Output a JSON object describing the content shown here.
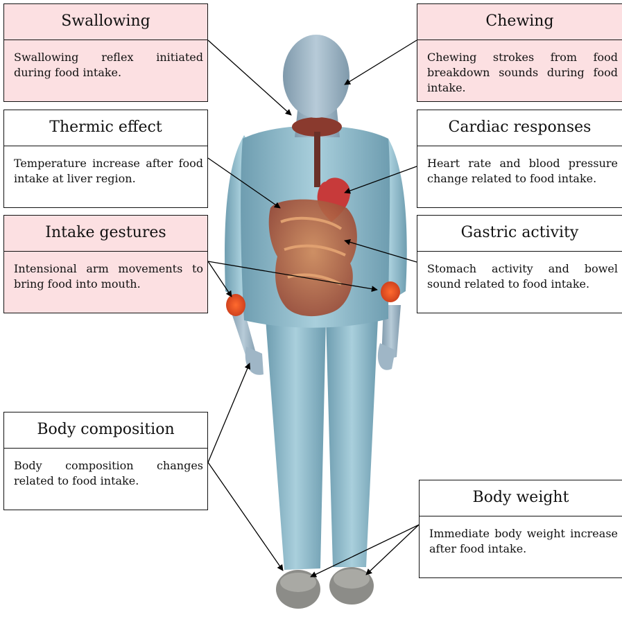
{
  "boxes": {
    "swallowing": {
      "title": "Swallowing",
      "text": "Swallowing reflex initiated during food intake."
    },
    "chewing": {
      "title": "Chewing",
      "text": "Chewing strokes from food breakdown sounds during food intake."
    },
    "thermic": {
      "title": "Thermic effect",
      "text": "Temperature increase after food intake at liver region."
    },
    "cardiac": {
      "title": "Cardiac responses",
      "text": "Heart rate and blood pressure change related to food intake."
    },
    "intake": {
      "title": "Intake gestures",
      "text": "Intensional arm movements to bring food into mouth."
    },
    "gastric": {
      "title": "Gastric activity",
      "text": "Stomach activity and bowel sound related to food intake."
    },
    "composition": {
      "title": "Body composition",
      "text": "Body composition changes related to food intake."
    },
    "weight": {
      "title": "Body weight",
      "text": "Immediate body weight increase after food intake."
    }
  },
  "colors": {
    "highlight_box": "#fce0e2",
    "plain_box": "#ffffff",
    "body_skin": "#9fb8c8",
    "clothing": "#8fb9c9",
    "organs": "#b5583b",
    "sensor_patch": "#e0451f",
    "shoes": "#8a8a86"
  }
}
